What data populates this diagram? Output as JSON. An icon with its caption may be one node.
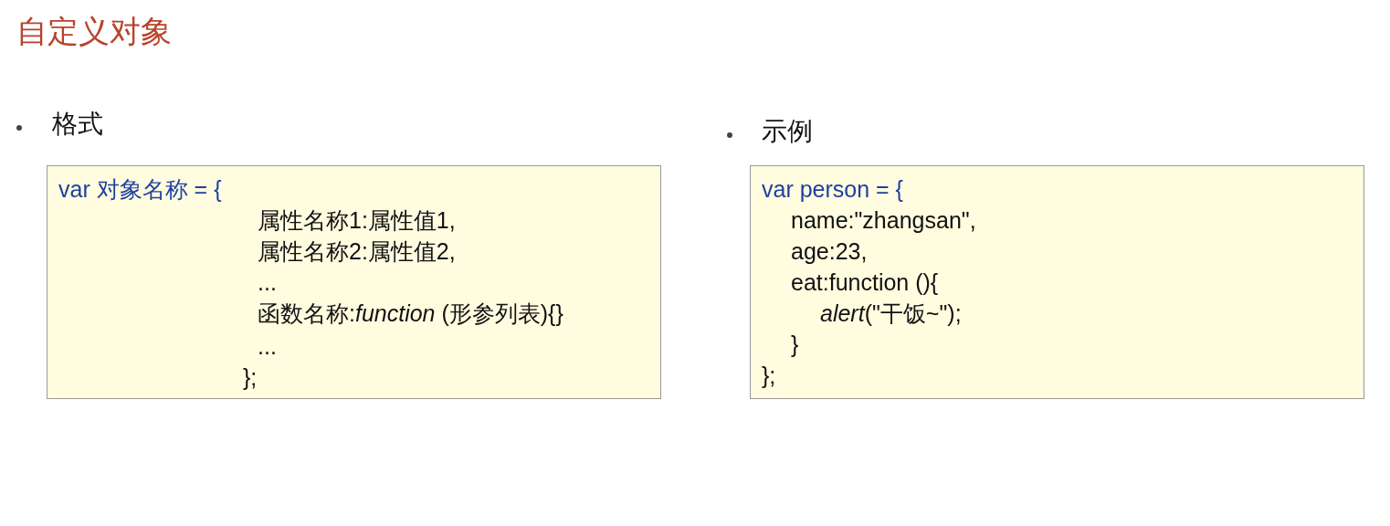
{
  "diagram": {
    "title": "自定义对象",
    "nodes": [
      {
        "text": [
          "格式",
          "var 对象名称  = {",
          "属性名称1:属性值1,",
          "属性名称2:属性值2,",
          "...",
          "函数名称:*function* (形参列表){}",
          "...",
          "};"
        ]
      },
      {
        "text": [
          "示例",
          "var person = {",
          "name:\"zhangsan\",",
          "age:23,",
          "eat:function (){",
          "*alert*(\"干饭~\");",
          "}",
          "};"
        ]
      }
    ]
  }
}
